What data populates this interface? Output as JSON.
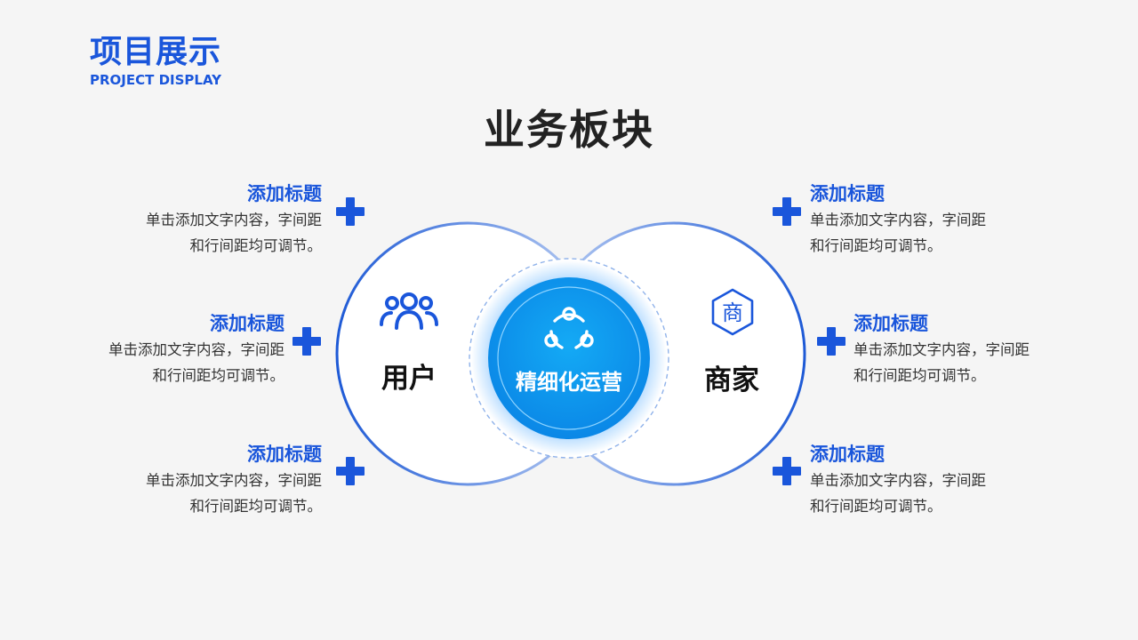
{
  "header": {
    "title": "项目展示",
    "subtitle": "PROJECT DISPLAY"
  },
  "main_title": "业务板块",
  "diagram": {
    "left_label": "用户",
    "right_label": "商家",
    "center_label": "精细化运营",
    "merchant_icon_glyph": "商",
    "icons": {
      "left": "users-icon",
      "right": "shop-icon",
      "center": "share-icon"
    },
    "colors": {
      "primary": "#1a56db",
      "center": "#0a96ee",
      "ring": "#1e5ad6"
    }
  },
  "items": [
    {
      "title": "添加标题",
      "text_line1": "单击添加文字内容，字间距",
      "text_line2": "和行间距均可调节。"
    },
    {
      "title": "添加标题",
      "text_line1": "单击添加文字内容，字间距",
      "text_line2": "和行间距均可调节。"
    },
    {
      "title": "添加标题",
      "text_line1": "单击添加文字内容，字间距",
      "text_line2": "和行间距均可调节。"
    },
    {
      "title": "添加标题",
      "text_line1": "单击添加文字内容，字间距",
      "text_line2": "和行间距均可调节。"
    },
    {
      "title": "添加标题",
      "text_line1": "单击添加文字内容，字间距",
      "text_line2": "和行间距均可调节。"
    },
    {
      "title": "添加标题",
      "text_line1": "单击添加文字内容，字间距",
      "text_line2": "和行间距均可调节。"
    }
  ]
}
